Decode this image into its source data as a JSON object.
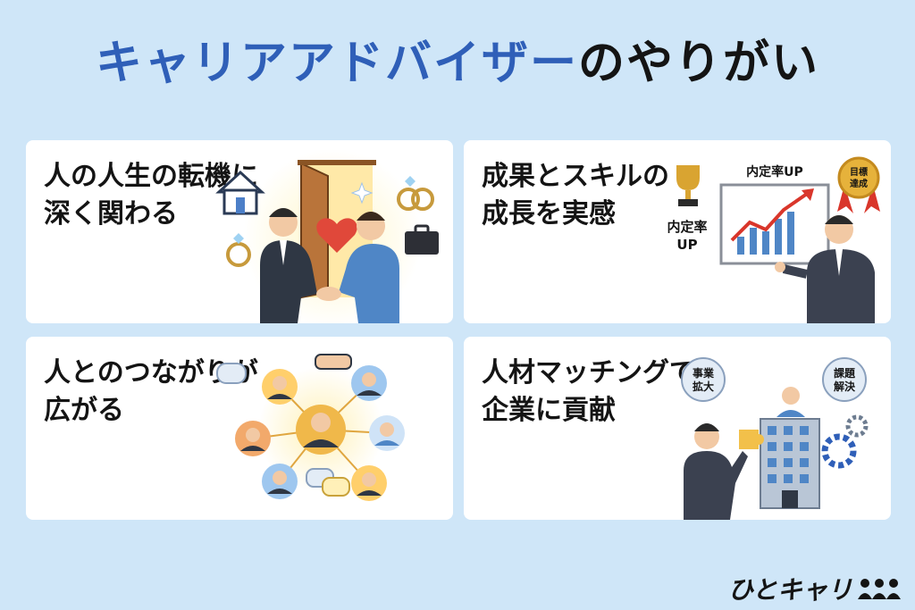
{
  "title": {
    "accent": "キャリアアドバイザー",
    "rest": "のやりがい"
  },
  "cards": [
    {
      "line1": "人の人生の転機に",
      "line2": "深く関わる"
    },
    {
      "line1": "成果とスキルの",
      "line2": "成長を実感",
      "labels": {
        "board": "内定率UP",
        "side1": "内定率",
        "side2": "UP",
        "medal1": "目標",
        "medal2": "達成"
      }
    },
    {
      "line1": "人とのつながりが",
      "line2": "広がる"
    },
    {
      "line1": "人材マッチングで",
      "line2": "企業に貢献",
      "labels": {
        "left1": "事業",
        "left2": "拡大",
        "right1": "課題",
        "right2": "解決"
      }
    }
  ],
  "logo": {
    "text": "ひとキャリ"
  },
  "colors": {
    "background": "#cfe6f8",
    "accent": "#2f5fb8",
    "card": "#ffffff"
  }
}
